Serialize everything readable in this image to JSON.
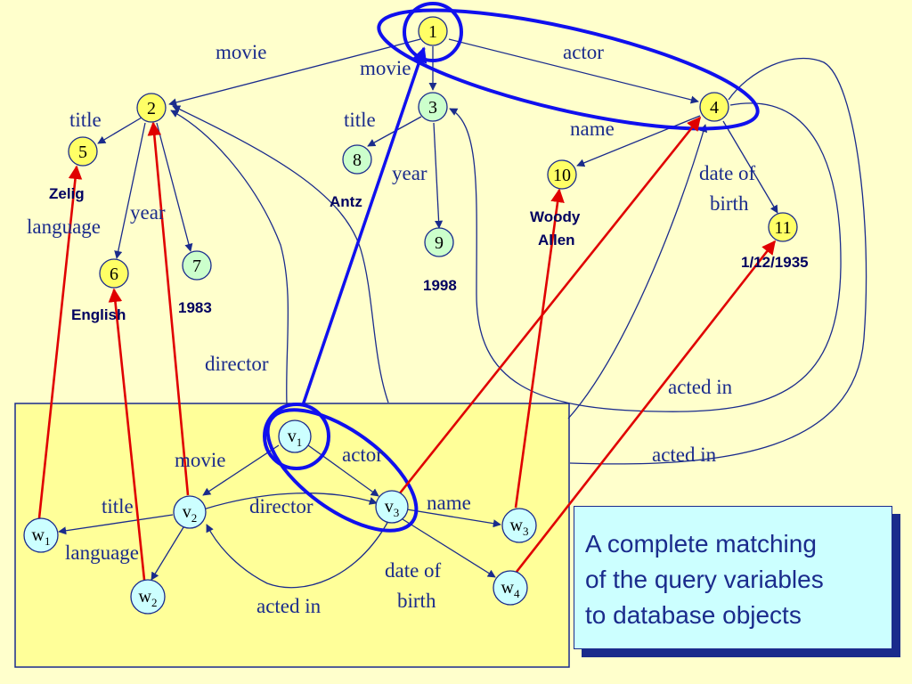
{
  "colors": {
    "background": "#ffffcc",
    "query_region": "#ffff99",
    "db_node_fill": "#ffff66",
    "value_node_fill": "#ccffcc",
    "query_node_fill": "#ccffff",
    "edge_color": "#1a2b8c",
    "match_arrow": "#e00000",
    "highlight_blue": "#1010ee",
    "caption_fill": "#ccffff"
  },
  "database": {
    "nodes": [
      {
        "id": "1",
        "label": "1"
      },
      {
        "id": "2",
        "label": "2"
      },
      {
        "id": "3",
        "label": "3"
      },
      {
        "id": "4",
        "label": "4"
      },
      {
        "id": "5",
        "label": "5"
      },
      {
        "id": "6",
        "label": "6"
      },
      {
        "id": "7",
        "label": "7"
      },
      {
        "id": "8",
        "label": "8"
      },
      {
        "id": "9",
        "label": "9"
      },
      {
        "id": "10",
        "label": "10"
      },
      {
        "id": "11",
        "label": "11"
      }
    ],
    "values": {
      "n5": "Zelig",
      "n6": "English",
      "n7": "1983",
      "n8": "Antz",
      "n9": "1998",
      "n10_line1": "Woody",
      "n10_line2": "Allen",
      "n11": "1/12/1935"
    },
    "edge_labels": {
      "movie_1_2": "movie",
      "movie_1_3": "movie",
      "actor_1_4": "actor",
      "title_2_5": "title",
      "language_2_6": "language",
      "year_2_7": "year",
      "title_3_8": "title",
      "year_3_9": "year",
      "name_4_10": "name",
      "dob_line1": "date of",
      "dob_line2": "birth",
      "director": "director",
      "acted_in_a": "acted in",
      "acted_in_b": "acted in"
    }
  },
  "query": {
    "nodes": {
      "v1": {
        "main": "v",
        "sub": "1"
      },
      "v2": {
        "main": "v",
        "sub": "2"
      },
      "v3": {
        "main": "v",
        "sub": "3"
      },
      "w1": {
        "main": "w",
        "sub": "1"
      },
      "w2": {
        "main": "w",
        "sub": "2"
      },
      "w3": {
        "main": "w",
        "sub": "3"
      },
      "w4": {
        "main": "w",
        "sub": "4"
      }
    },
    "edge_labels": {
      "movie": "movie",
      "actor": "actor",
      "title": "title",
      "language": "language",
      "director": "director",
      "name": "name",
      "dob_line1": "date of",
      "dob_line2": "birth",
      "acted_in": "acted in"
    }
  },
  "caption": {
    "line1": "A complete matching",
    "line2": "of the query variables",
    "line3": "to database objects"
  }
}
